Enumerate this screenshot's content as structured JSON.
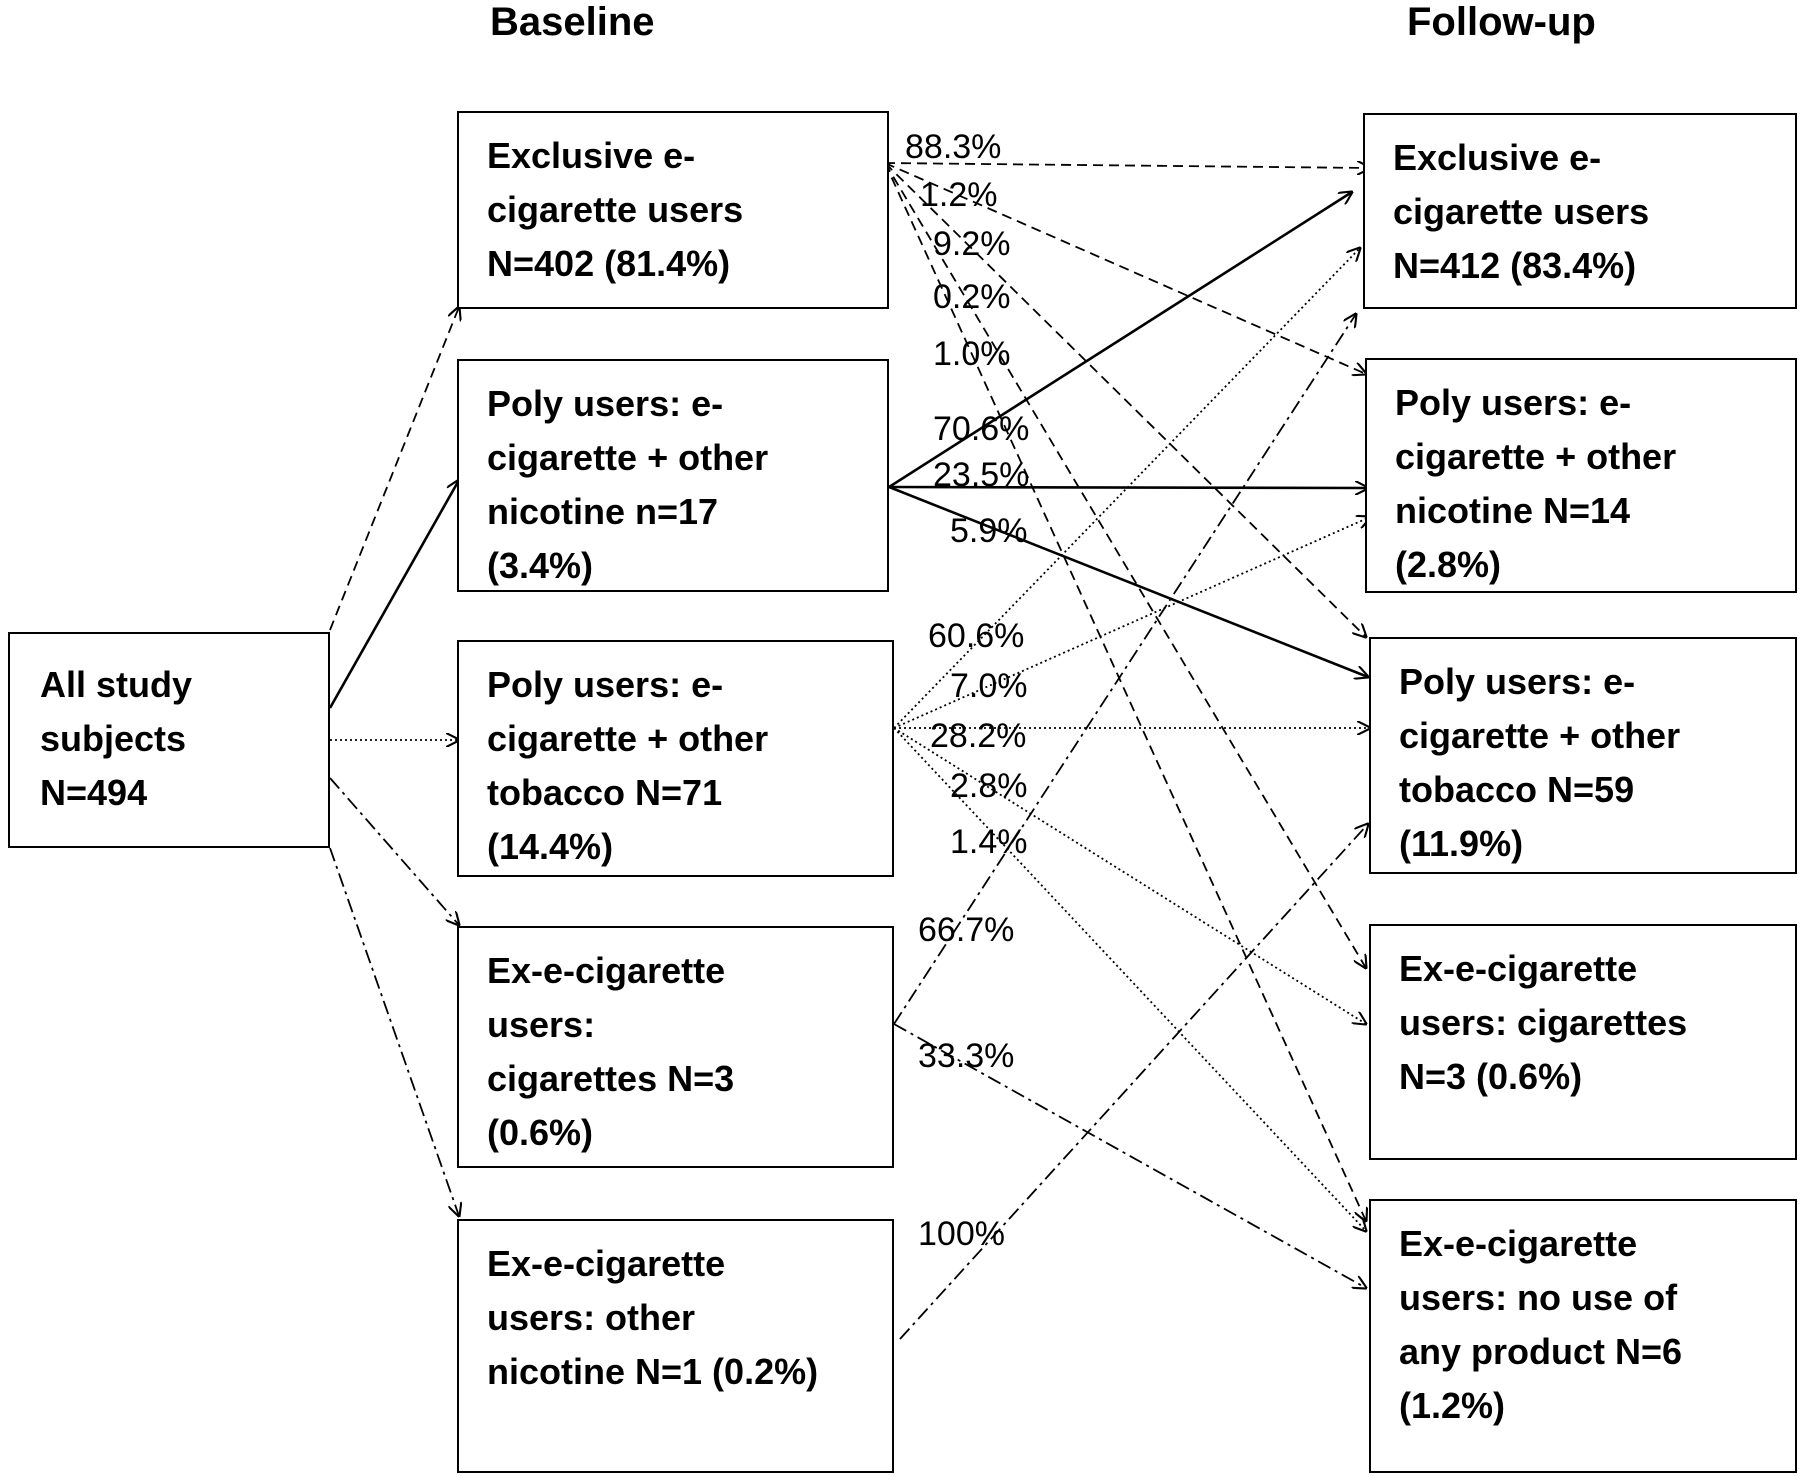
{
  "headers": {
    "baseline": "Baseline",
    "followup": "Follow-up"
  },
  "all_subjects": {
    "lines": [
      "All study",
      "subjects",
      "N=494"
    ]
  },
  "baseline": [
    {
      "lines": [
        "Exclusive e-",
        "cigarette users",
        "N=402 (81.4%)"
      ]
    },
    {
      "lines": [
        "Poly users: e-",
        "cigarette + other",
        "nicotine n=17",
        "(3.4%)"
      ]
    },
    {
      "lines": [
        "Poly users: e-",
        "cigarette + other",
        "tobacco N=71",
        "(14.4%)"
      ]
    },
    {
      "lines": [
        "Ex-e-cigarette",
        "users:",
        "cigarettes N=3",
        "(0.6%)"
      ]
    },
    {
      "lines": [
        "Ex-e-cigarette",
        "users: other",
        "nicotine N=1 (0.2%)"
      ]
    }
  ],
  "followup": [
    {
      "lines": [
        "Exclusive e-",
        "cigarette users",
        "N=412 (83.4%)"
      ]
    },
    {
      "lines": [
        "Poly users: e-",
        "cigarette + other",
        "nicotine N=14",
        "(2.8%)"
      ]
    },
    {
      "lines": [
        "Poly users: e-",
        "cigarette + other",
        "tobacco N=59",
        "(11.9%)"
      ]
    },
    {
      "lines": [
        "Ex-e-cigarette",
        "users: cigarettes",
        "N=3 (0.6%)"
      ]
    },
    {
      "lines": [
        "Ex-e-cigarette",
        "users: no use of",
        "any product N=6",
        "(1.2%)"
      ]
    }
  ],
  "transitions": [
    {
      "from": 0,
      "to": 0,
      "label": "88.3%",
      "style": "dashed"
    },
    {
      "from": 0,
      "to": 1,
      "label": "1.2%",
      "style": "dashed"
    },
    {
      "from": 0,
      "to": 2,
      "label": "9.2%",
      "style": "dashed"
    },
    {
      "from": 0,
      "to": 3,
      "label": "0.2%",
      "style": "dashed"
    },
    {
      "from": 0,
      "to": 4,
      "label": "1.0%",
      "style": "dashed"
    },
    {
      "from": 1,
      "to": 0,
      "label": "70.6%",
      "style": "solid"
    },
    {
      "from": 1,
      "to": 1,
      "label": "23.5%",
      "style": "solid"
    },
    {
      "from": 1,
      "to": 2,
      "label": "5.9%",
      "style": "solid"
    },
    {
      "from": 2,
      "to": 0,
      "label": "60.6%",
      "style": "dotted"
    },
    {
      "from": 2,
      "to": 1,
      "label": "7.0%",
      "style": "dotted"
    },
    {
      "from": 2,
      "to": 2,
      "label": "28.2%",
      "style": "dotted"
    },
    {
      "from": 2,
      "to": 3,
      "label": "2.8%",
      "style": "dotted"
    },
    {
      "from": 2,
      "to": 4,
      "label": "1.4%",
      "style": "dotted"
    },
    {
      "from": 3,
      "to": 0,
      "label": "66.7%",
      "style": "dashdot"
    },
    {
      "from": 3,
      "to": 4,
      "label": "33.3%",
      "style": "dashdot"
    },
    {
      "from": 4,
      "to": 2,
      "label": "100%",
      "style": "dashdot"
    }
  ],
  "entry_arrows": [
    {
      "to": 0,
      "style": "dashed"
    },
    {
      "to": 1,
      "style": "solid"
    },
    {
      "to": 2,
      "style": "dotted"
    },
    {
      "to": 3,
      "style": "dashdot"
    },
    {
      "to": 4,
      "style": "dashdot"
    }
  ]
}
